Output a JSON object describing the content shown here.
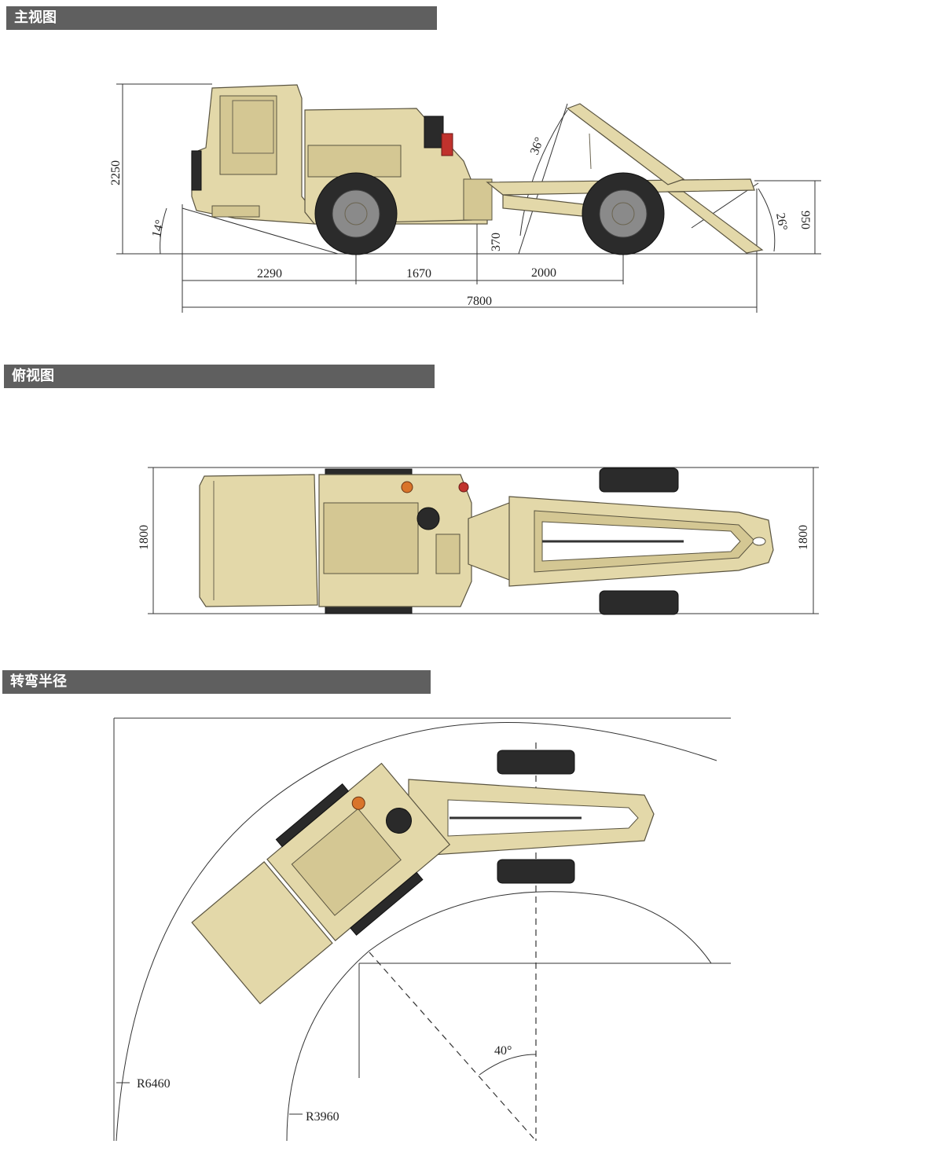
{
  "sections": {
    "front_view": {
      "title": "主视图"
    },
    "top_view": {
      "title": "俯视图"
    },
    "turning": {
      "title": "转弯半径"
    }
  },
  "front_view": {
    "height_total": "2250",
    "angle_front": "14°",
    "angle_boom": "36°",
    "angle_rear": "26°",
    "ground_clearance": "370",
    "rear_height": "950",
    "len_front": "2290",
    "len_wheelbase": "1670",
    "len_rear": "2000",
    "len_total": "7800"
  },
  "top_view": {
    "width_left": "1800",
    "width_right": "1800"
  },
  "turning": {
    "outer_radius": "R6460",
    "inner_radius": "R3960",
    "angle": "40°"
  },
  "colors": {
    "body": "#e3d8a9",
    "header": "#5f5f5f",
    "tire": "#2b2b2b"
  }
}
